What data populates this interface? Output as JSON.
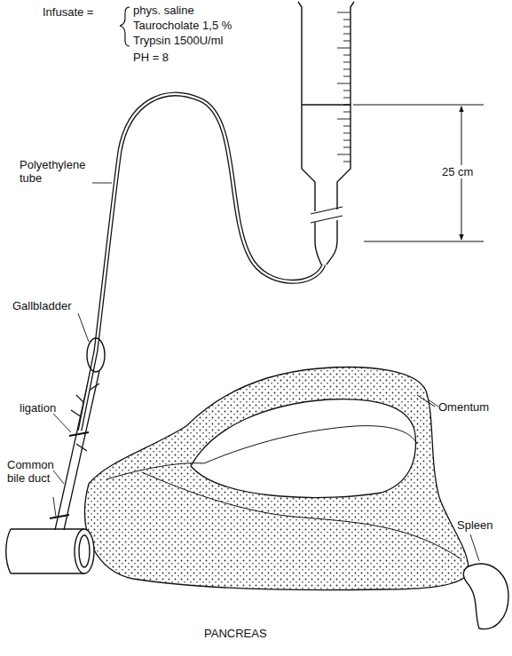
{
  "diagram": {
    "labels": [
      "Infusate =",
      "phys. saline",
      "Taurocholate 1,5 %",
      "Trypsin 1500U/ml",
      "PH = 8",
      "Polyethylene tube",
      "Gallbladder",
      "ligation",
      "Common bile duct",
      "Omentum",
      "Spleen",
      "PANCREAS",
      "25 cm"
    ]
  }
}
